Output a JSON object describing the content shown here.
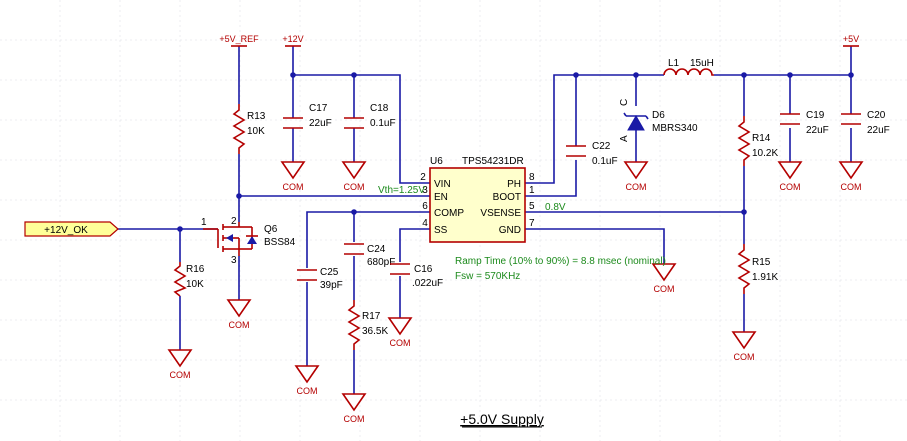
{
  "title": "+5.0V Supply",
  "power_ports": {
    "v5ref": "+5V_REF",
    "v12": "+12V",
    "v5": "+5V"
  },
  "net_label": "+12V_OK",
  "ground_label": "COM",
  "ic": {
    "designator": "U6",
    "part": "TPS54231DR",
    "left_pins": [
      {
        "num": "2",
        "name": "VIN"
      },
      {
        "num": "3",
        "name": "EN"
      },
      {
        "num": "6",
        "name": "COMP"
      },
      {
        "num": "4",
        "name": "SS"
      }
    ],
    "right_pins": [
      {
        "num": "8",
        "name": "PH"
      },
      {
        "num": "1",
        "name": "BOOT"
      },
      {
        "num": "5",
        "name": "VSENSE"
      },
      {
        "num": "7",
        "name": "GND"
      }
    ]
  },
  "components": {
    "R13": {
      "ref": "R13",
      "value": "10K"
    },
    "C17": {
      "ref": "C17",
      "value": "22uF"
    },
    "C18": {
      "ref": "C18",
      "value": "0.1uF"
    },
    "C22": {
      "ref": "C22",
      "value": "0.1uF"
    },
    "L1": {
      "ref": "L1",
      "value": "15uH"
    },
    "D6": {
      "ref": "D6",
      "value": "MBRS340"
    },
    "R14": {
      "ref": "R14",
      "value": "10.2K"
    },
    "C19": {
      "ref": "C19",
      "value": "22uF"
    },
    "C20": {
      "ref": "C20",
      "value": "22uF"
    },
    "R15": {
      "ref": "R15",
      "value": "1.91K"
    },
    "Q6": {
      "ref": "Q6",
      "value": "BSS84"
    },
    "R16": {
      "ref": "R16",
      "value": "10K"
    },
    "C25": {
      "ref": "C25",
      "value": "39pF"
    },
    "C24": {
      "ref": "C24",
      "value": "680pF"
    },
    "R17": {
      "ref": "R17",
      "value": "36.5K"
    },
    "C16": {
      "ref": "C16",
      "value": ".022uF"
    }
  },
  "q6_pins": {
    "gate": "1",
    "drain": "2",
    "source": "3"
  },
  "diode_pins": {
    "cathode": "C",
    "anode": "A"
  },
  "annotations": {
    "vth": "Vth=1.25V",
    "vsense": "0.8V",
    "ramp": "Ramp Time (10% to 90%) = 8.8 msec (nominal)",
    "fsw": "Fsw = 570KHz"
  },
  "colors": {
    "wire": "#1a1aa6",
    "component": "#b40000",
    "annotation": "#1c8a1c",
    "net_label_fill": "#ffff99"
  }
}
